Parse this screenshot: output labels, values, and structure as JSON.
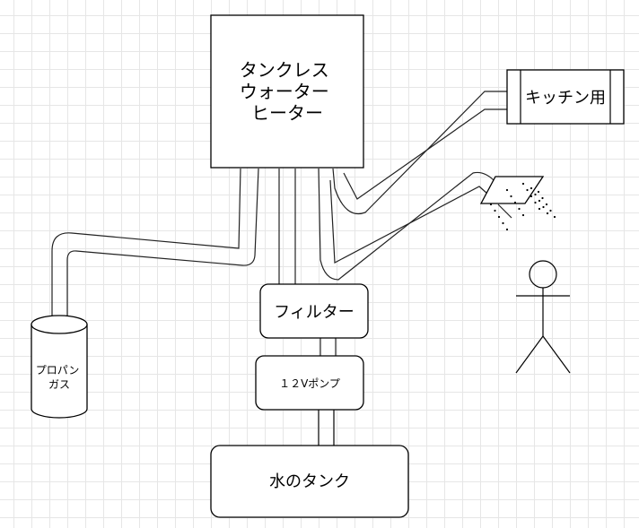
{
  "heater": {
    "line1": "タンクレス",
    "line2": "ウォーター",
    "line3": "ヒーター"
  },
  "kitchen": "キッチン用",
  "gas": {
    "line1": "プロパン",
    "line2": "ガス"
  },
  "filter": "フィルター",
  "pump": "１２Vポンプ",
  "tank": "水のタンク"
}
